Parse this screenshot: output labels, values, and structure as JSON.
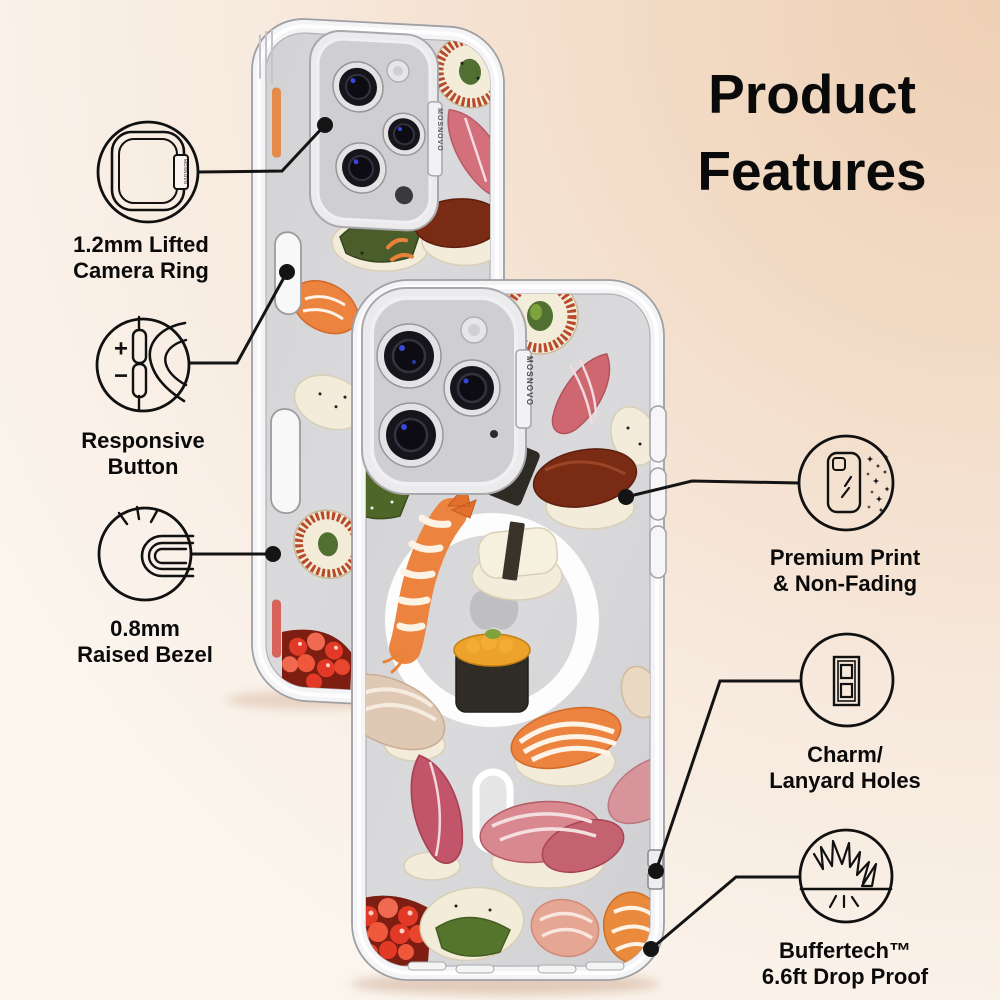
{
  "title": {
    "line1": "Product",
    "line2": "Features"
  },
  "brand": "MOSNOVO",
  "callouts": {
    "camera_ring": {
      "line1": "1.2mm Lifted",
      "line2": "Camera Ring"
    },
    "responsive_button": {
      "line1": "Responsive",
      "line2": "Button",
      "plus": "+",
      "minus": "−"
    },
    "raised_bezel": {
      "line1": "0.8mm",
      "line2": "Raised Bezel"
    },
    "premium_print": {
      "line1": "Premium Print",
      "line2": "& Non-Fading"
    },
    "lanyard_holes": {
      "line1": "Charm/",
      "line2": "Lanyard Holes"
    },
    "drop_proof": {
      "line1": "Buffertech™",
      "line2": "6.6ft Drop Proof"
    }
  },
  "colors": {
    "background_peach": "#eed0b4",
    "background_cream": "#fbf5ee",
    "callout_line": "#141414",
    "text": "#0a0a0a",
    "phone_body": "#d6d6d8",
    "case_rim": "#f4f4f6",
    "salmon": "#ec8440",
    "tuna_pink": "#d98890",
    "tuna_red": "#c2556a",
    "tuna_dark": "#7a2b14",
    "rice": "#f3ecdb",
    "nori": "#2f2c26",
    "uni": "#eda22b",
    "ikura": "#e23a26",
    "wasabi_green": "#55752d"
  }
}
